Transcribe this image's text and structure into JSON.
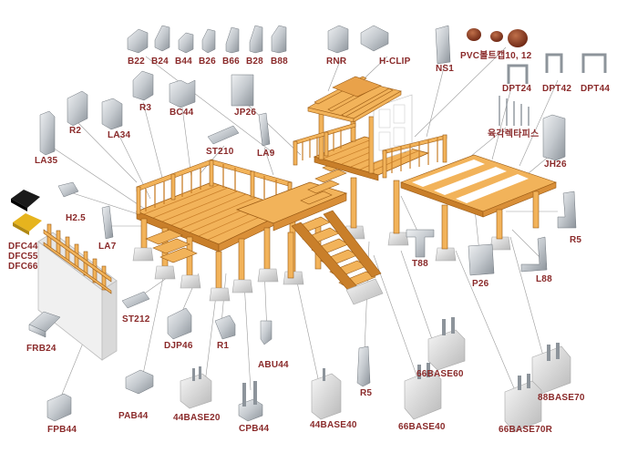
{
  "colors": {
    "label": "#8a2a2a",
    "wood_light": "#f2b35a",
    "wood_dark": "#c97f2a",
    "wood_edge": "#9a5a14",
    "metal": "#c9ced3",
    "metal_dark": "#8d949b",
    "concrete": "#e3e3e3",
    "wall": "#ececec",
    "cap_black": "#1a1a1a",
    "cap_gold": "#e0b020",
    "cap_brown": "#8b3a22"
  },
  "parts": {
    "b22": "B22",
    "b24": "B24",
    "b44": "B44",
    "b26": "B26",
    "b66": "B66",
    "b28": "B28",
    "b88": "B88",
    "rnr": "RNR",
    "hclip": "H-CLIP",
    "ns1": "NS1",
    "pvc": "PVC볼트캡10, 12",
    "dpt24": "DPT24",
    "dpt42": "DPT42",
    "dpt44": "DPT44",
    "r2": "R2",
    "r3": "R3",
    "bc44": "BC44",
    "jp26": "JP26",
    "la34": "LA34",
    "st210": "ST210",
    "la9": "LA9",
    "screw": "육각렉타피스",
    "jh26": "JH26",
    "la35": "LA35",
    "h25": "H2.5",
    "la7": "LA7",
    "dfc44": "DFC44",
    "dfc55": "DFC55",
    "dfc66": "DFC66",
    "r5a": "R5",
    "t88": "T88",
    "p26": "P26",
    "l88": "L88",
    "st212": "ST212",
    "frb24": "FRB24",
    "djp46": "DJP46",
    "r1": "R1",
    "abu44": "ABU44",
    "base66_60": "66BASE60",
    "base88_70": "88BASE70",
    "r5b": "R5",
    "pab44": "PAB44",
    "base44_20": "44BASE20",
    "cpb44": "CPB44",
    "base44_40": "44BASE40",
    "base66_40": "66BASE40",
    "base66_70r": "66BASE70R",
    "fpb44": "FPB44"
  }
}
